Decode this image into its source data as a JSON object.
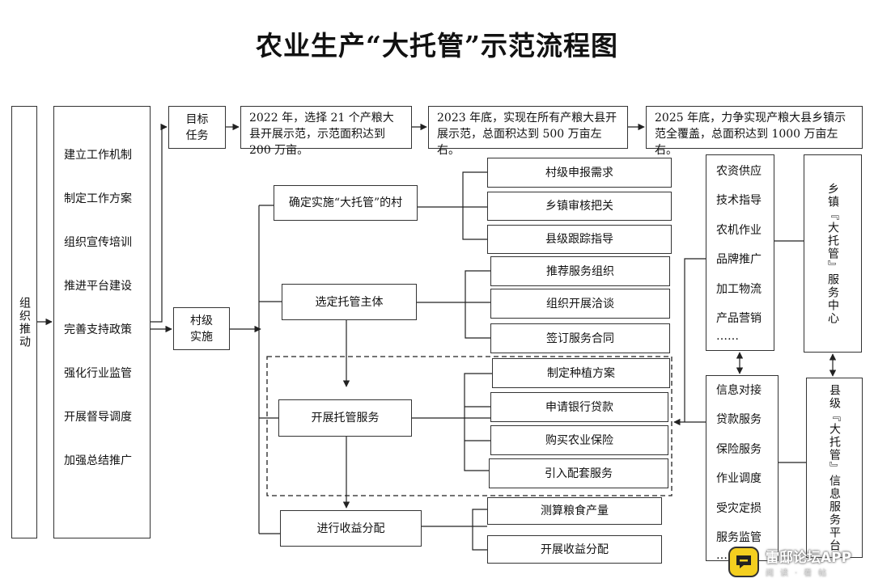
{
  "title": "农业生产“大托管”示范流程图",
  "left": {
    "org_label": "组织推动",
    "measures": [
      "建立工作机制",
      "制定工作方案",
      "组织宣传培训",
      "推进平台建设",
      "完善支持政策",
      "强化行业监管",
      "开展督导调度",
      "加强总结推广"
    ]
  },
  "targets": {
    "label": "目标任务",
    "items": [
      "2022 年，选择 21 个产粮大县开展示范，示范面积达到 200 万亩。",
      "2023 年底，实现在所有产粮大县开展示范，总面积达到 500 万亩左右。",
      "2025 年底，力争实现产粮大县乡镇示范全覆盖，总面积达到 1000 万亩左右。"
    ]
  },
  "village_label": "村级实施",
  "steps": [
    {
      "label": "确定实施“大托管”的村",
      "subs": [
        "村级申报需求",
        "乡镇审核把关",
        "县级跟踪指导"
      ]
    },
    {
      "label": "选定托管主体",
      "subs": [
        "推荐服务组织",
        "组织开展洽谈",
        "签订服务合同"
      ]
    },
    {
      "label": "开展托管服务",
      "subs": [
        "制定种植方案",
        "申请银行贷款",
        "购买农业保险",
        "引入配套服务"
      ]
    },
    {
      "label": "进行收益分配",
      "subs": [
        "测算粮食产量",
        "开展收益分配"
      ]
    }
  ],
  "township": {
    "services": [
      "农资供应",
      "技术指导",
      "农机作业",
      "品牌推广",
      "加工物流",
      "产品营销",
      "……"
    ],
    "center_label": "乡镇『大托管』服务中心"
  },
  "county": {
    "services": [
      "信息对接",
      "贷款服务",
      "保险服务",
      "作业调度",
      "受灾定损",
      "服务监管",
      "……"
    ],
    "platform_label": "县级『大托管』信息服务平台"
  },
  "watermark": {
    "name": "雷邸论坛APP",
    "sub": "阅读·看帖"
  }
}
